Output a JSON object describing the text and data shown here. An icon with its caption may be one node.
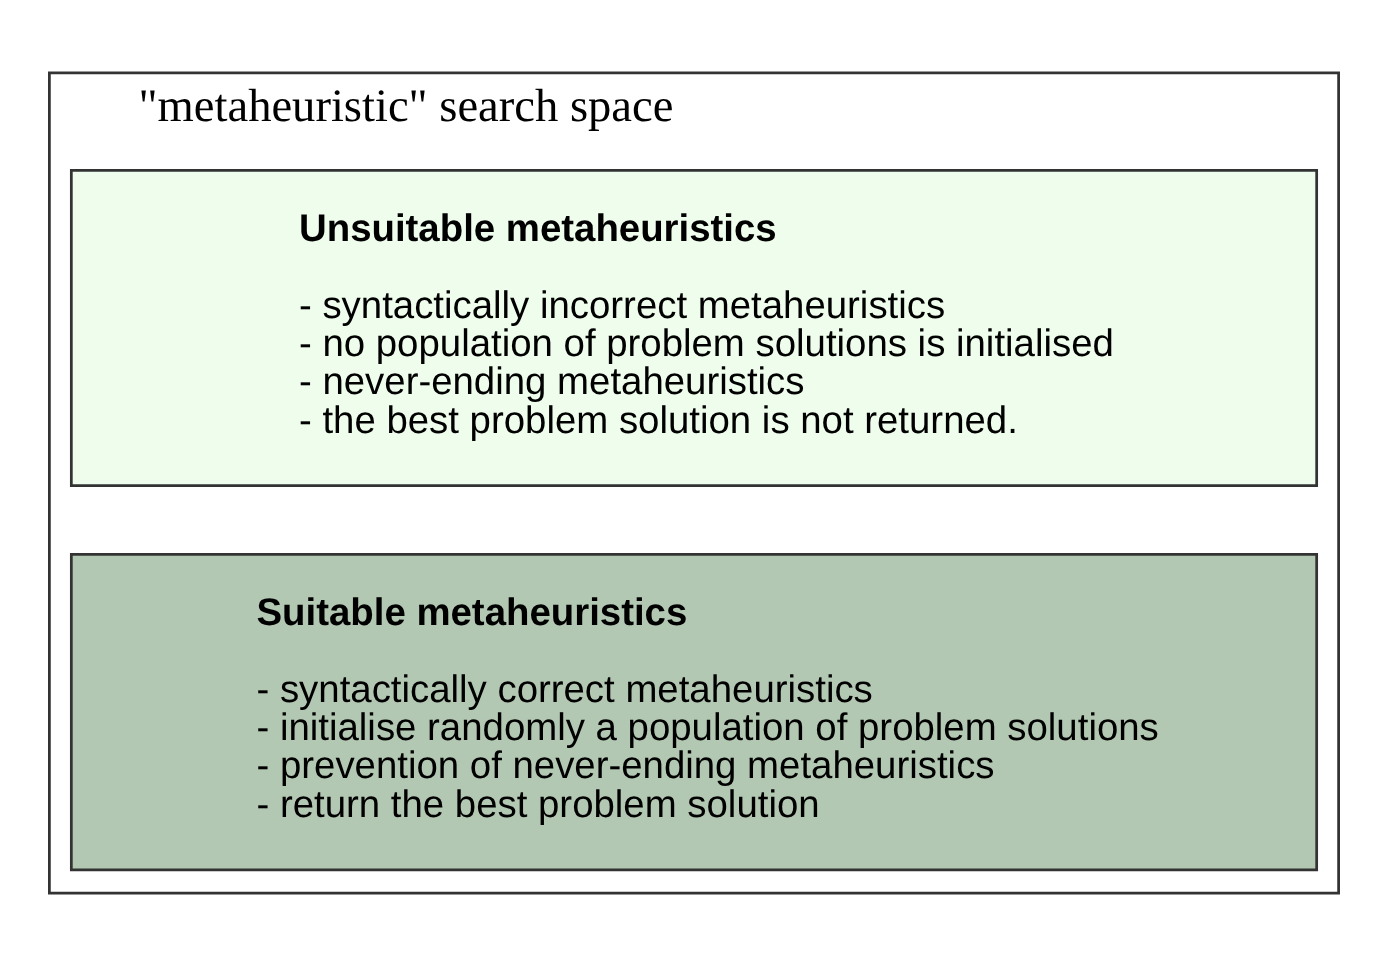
{
  "diagram": {
    "nodes": [
      {
        "text": [
          "\"metaheuristic\" search space"
        ]
      },
      {
        "text": [
          "Unsuitable metaheuristics",
          "- syntactically incorrect metaheuristics",
          "- no population of problem solutions is initialised",
          "- never-ending metaheuristics",
          "- the best problem solution is not returned."
        ],
        "in": 0
      },
      {
        "text": [
          "Suitable metaheuristics",
          "- syntactically correct metaheuristics",
          "- initialise randomly a population of problem solutions",
          "- prevention of never-ending metaheuristics",
          "- return the best problem solution"
        ],
        "in": 0
      }
    ]
  }
}
